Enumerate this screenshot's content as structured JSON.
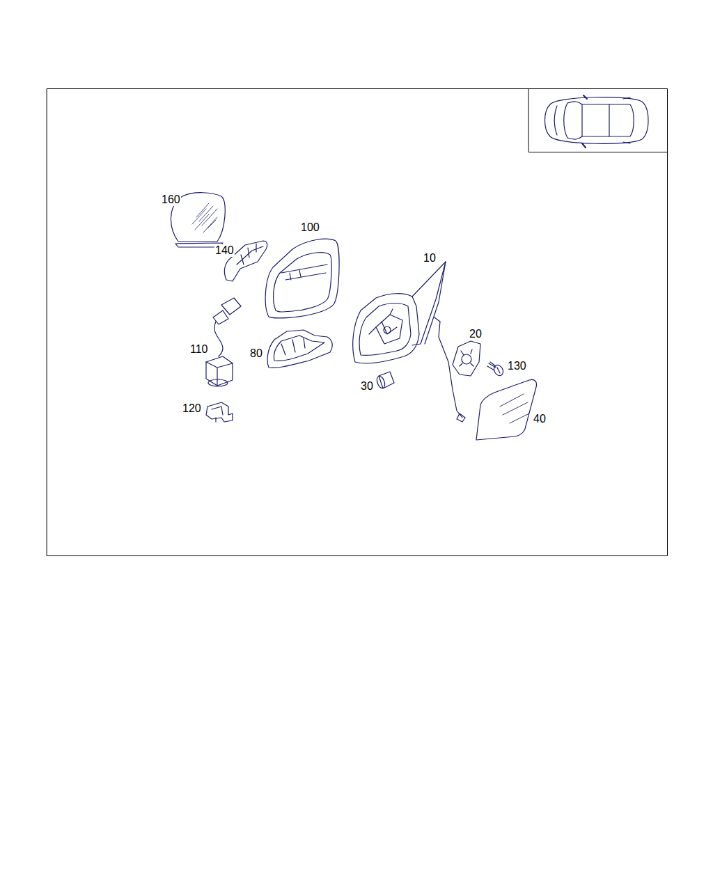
{
  "diagram": {
    "labels": [
      "160",
      "100",
      "140",
      "10",
      "20",
      "110",
      "80",
      "130",
      "30",
      "120",
      "40"
    ]
  }
}
